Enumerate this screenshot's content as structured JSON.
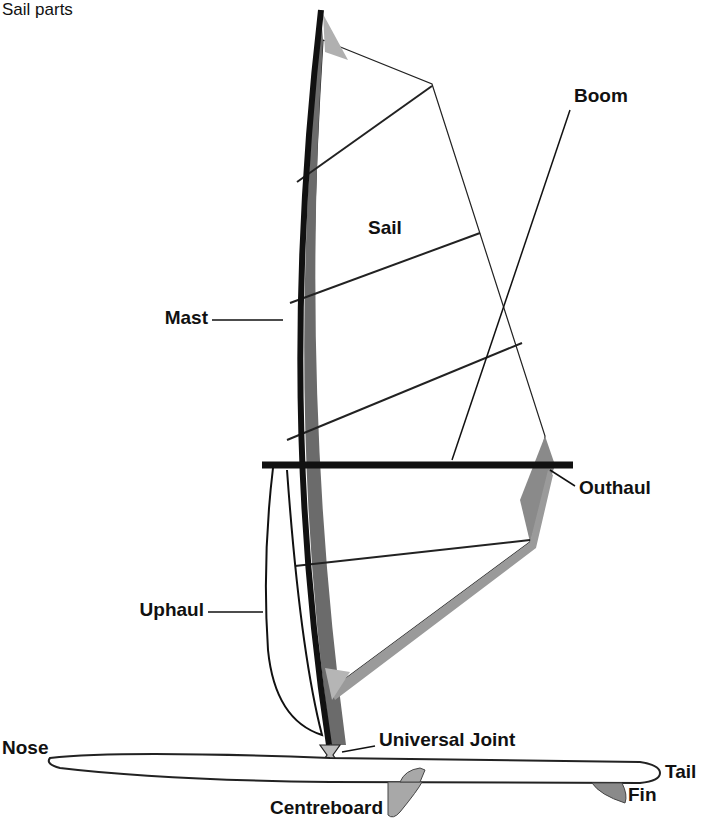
{
  "diagram": {
    "title": "Sail parts",
    "labels": [
      "Mast",
      "Sail",
      "Boom",
      "Outhaul",
      "Uphaul",
      "Universal Joint",
      "Nose",
      "Tail",
      "Fin",
      "Centreboard"
    ]
  }
}
